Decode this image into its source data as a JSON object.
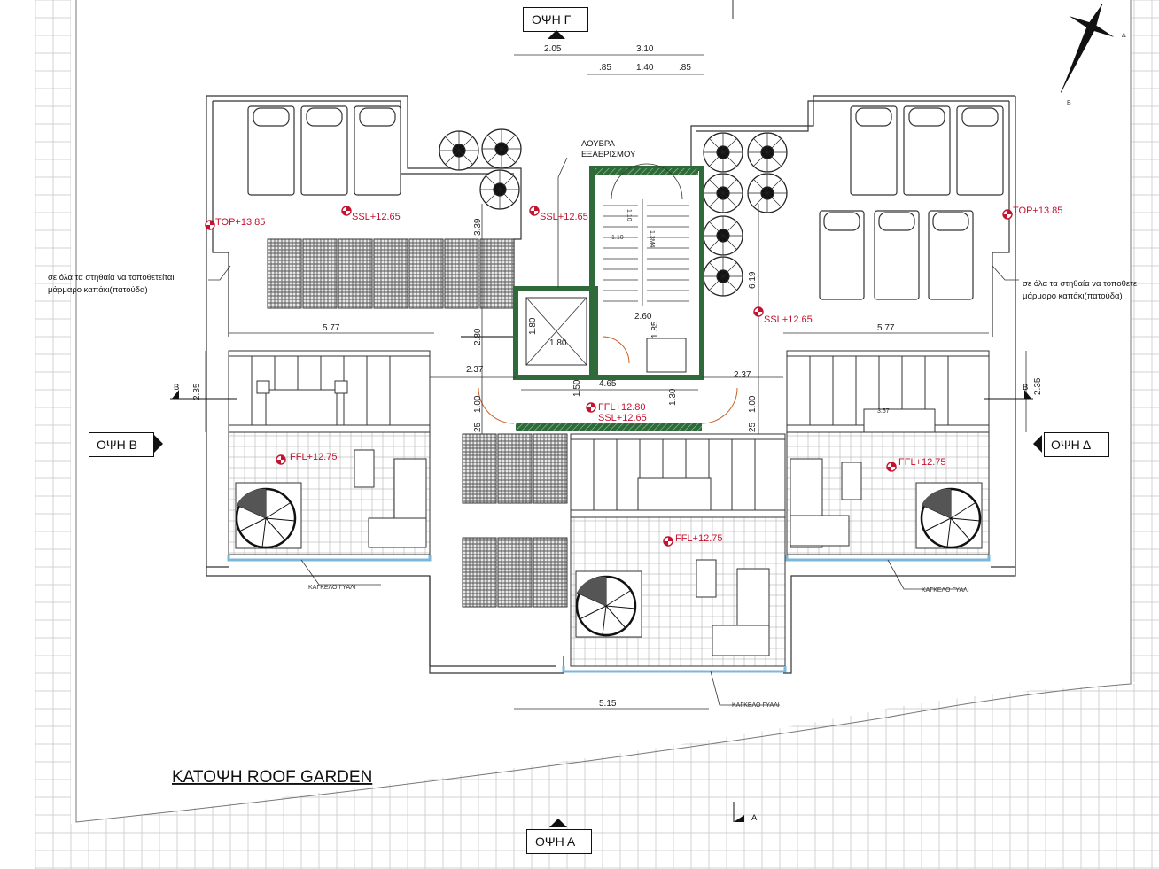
{
  "title": "ΚΑΤΟΨΗ ROOF GARDEN",
  "views": {
    "top": "ΟΨΗ Γ",
    "bottom": "ΟΨΗ Α",
    "left": "ΟΨΗ Β",
    "right": "ΟΨΗ Δ"
  },
  "section_markers": {
    "left": "Β",
    "right": "Β",
    "bottom": "Α"
  },
  "north_arrow": {
    "letters": [
      "Δ",
      "Β"
    ]
  },
  "dimensions": {
    "top_total": "2.05",
    "top_right": "3.10",
    "top_sub": [
      ".85",
      "1.40",
      ".85"
    ],
    "left_width": "5.77",
    "right_width": "5.77",
    "left_depth": "2.35",
    "right_depth": "2.35",
    "left_gap": "2.37",
    "right_gap": "2.37",
    "left_vertical": [
      "3.39",
      "2.80",
      "1.00",
      "25"
    ],
    "right_vertical": [
      "6.19",
      "1.00",
      "25"
    ],
    "core_width": "4.65",
    "stair_width": "2.60",
    "lift_a": "1.80",
    "lift_b": "1.80",
    "core_a": "1.85",
    "core_b": "1.50",
    "core_c": "1.30",
    "stair_marks": [
      "1.10",
      "1.10",
      "1.3M4"
    ],
    "bottom_width": "5.15",
    "right_inner": "3.57"
  },
  "levels": {
    "top_left": "TOP+13.85",
    "top_right": "TOP+13.85",
    "ssl_left": "SSL+12.65",
    "ssl_center": "SSL+12.65",
    "ssl_right": "SSL+12.65",
    "ffl_core": "FFL+12.80",
    "ssl_core": "SSL+12.65",
    "ffl_left": "FFL+12.75",
    "ffl_right": "FFL+12.75",
    "ffl_bottom": "FFL+12.75"
  },
  "notes": {
    "louver_line1": "ΛΟΥΒΡΑ",
    "louver_line2": "ΕΞΑΕΡΙΣΜΟΥ",
    "parapet_left_line1": "σε όλα τα στηθαία να τοποθετείται",
    "parapet_left_line2": "μάρμαρο καπάκι(πατούδα)",
    "parapet_right_line1": "σε όλα τα στηθαία να τοποθετε",
    "parapet_right_line2": "μάρμαρο καπάκι(πατούδα)",
    "railing_left": "ΚΑΓΚΕΛΟ ΓΥΑΛΙ",
    "railing_right": "ΚΑΓΚΕΛΟ ΓΥΑΛΙ",
    "railing_bottom": "ΚΑΓΚΕΛΟ ΓΥΑΛΙ"
  },
  "colors": {
    "level_marker": "#c4122f",
    "wall_fill": "#2f6b3a",
    "glass_railing": "#7ab7d8",
    "hatch": "#6b6b6b",
    "paving": "#d9d9d9"
  }
}
